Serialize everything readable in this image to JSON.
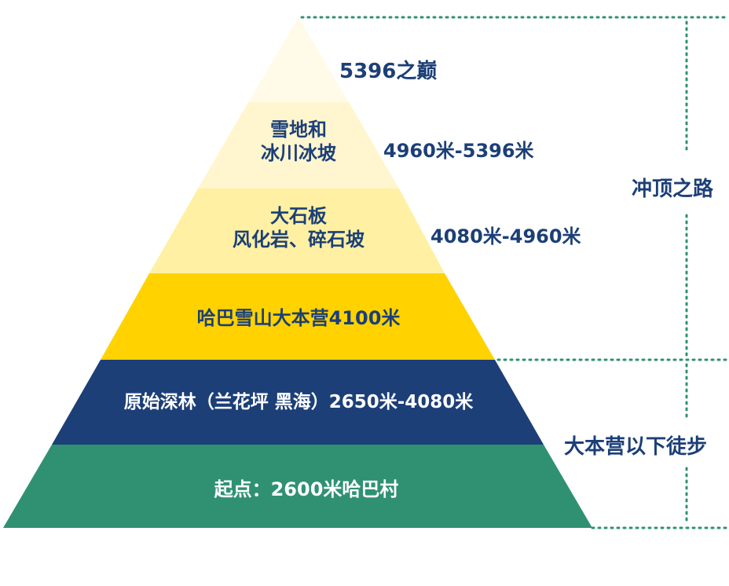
{
  "tiers": [
    {
      "line1": "",
      "line2": "",
      "fill": "#fffbe8"
    },
    {
      "line1": "雪地和",
      "line2": "冰川冰坡",
      "fill": "#fff6cf",
      "text_color": "#1c3f77"
    },
    {
      "line1": "大石板",
      "line2": "风化岩、碎石坡",
      "fill": "#fff0a3",
      "text_color": "#1c3f77"
    },
    {
      "line1": "哈巴雪山大本营4100米",
      "fill": "#ffd200",
      "text_color": "#1c3f77"
    },
    {
      "line1": "原始深林（兰花坪 黑海）2650米-4080米",
      "fill": "#1c3f77",
      "text_color": "#ffffff"
    },
    {
      "line1": "起点：2600米哈巴村",
      "fill": "#2f9172",
      "text_color": "#ffffff"
    }
  ],
  "side_labels": {
    "summit": "5396之巅",
    "snow": "4960米-5396米",
    "rock": "4080米-4960米"
  },
  "sections": {
    "summit_push": "冲顶之路",
    "below_camp": "大本营以下徒步"
  },
  "colors": {
    "navy": "#1c3f77",
    "dotted_line": "#2f9172"
  }
}
